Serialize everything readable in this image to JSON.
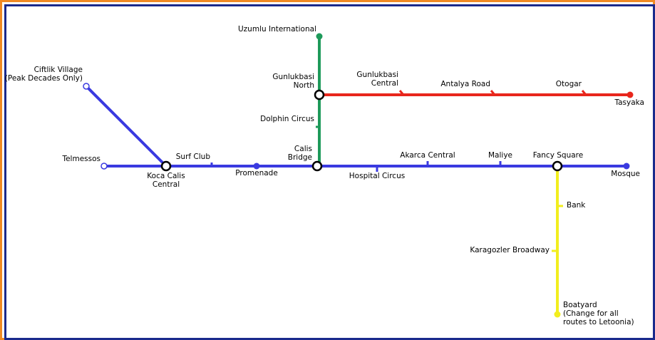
{
  "colors": {
    "frame_outer": "#f08a24",
    "frame_inner": "#1a2a8c",
    "blue_line": "#3a3ae0",
    "green_line": "#1e9a5a",
    "red_line": "#e8261c",
    "yellow_line": "#f2ee1e"
  },
  "lines": {
    "blue": {
      "color": "#3a3ae0"
    },
    "green": {
      "color": "#1e9a5a"
    },
    "red": {
      "color": "#e8261c"
    },
    "yellow": {
      "color": "#f2ee1e"
    }
  },
  "stations": {
    "uzumlu": "Uzumlu International",
    "gunlukbasi_north_1": "Gunlukbasi",
    "gunlukbasi_north_2": "North",
    "gunlukbasi_central_1": "Gunlukbasi",
    "gunlukbasi_central_2": "Central",
    "antalya_road": "Antalya Road",
    "otogar": "Otogar",
    "tasyaka": "Tasyaka",
    "dolphin_circus": "Dolphin Circus",
    "ciftlik_1": "Ciftlik Village",
    "ciftlik_2": "(Peak Decades Only)",
    "telmessos": "Telmessos",
    "koca_calis_1": "Koca Calis",
    "koca_calis_2": "Central",
    "surf_club": "Surf Club",
    "promenade": "Promenade",
    "calis_bridge_1": "Calis",
    "calis_bridge_2": "Bridge",
    "hospital_circus": "Hospital Circus",
    "akarca_central": "Akarca Central",
    "maliye": "Maliye",
    "fancy_square": "Fancy Square",
    "mosque": "Mosque",
    "bank": "Bank",
    "karagozler": "Karagozler Broadway",
    "boatyard_1": "Boatyard",
    "boatyard_2": "(Change for all",
    "boatyard_3": "routes to Letoonia)"
  }
}
